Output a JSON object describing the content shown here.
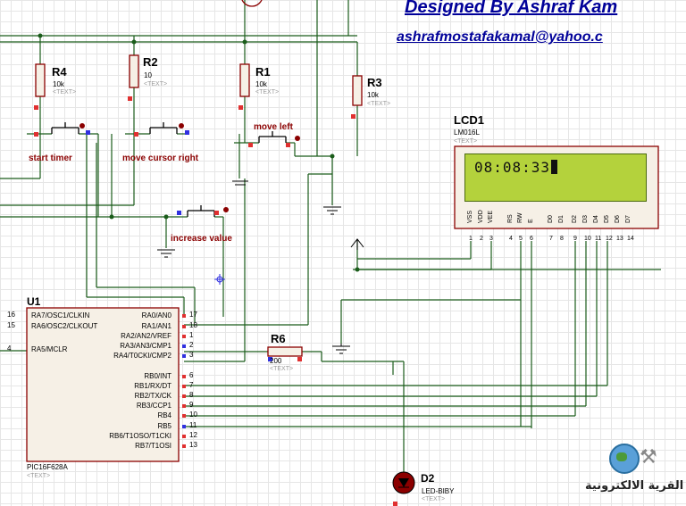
{
  "header": {
    "title": "Designed By Ashraf Kam",
    "email": "ashrafmostafakamal@yahoo.c"
  },
  "lcd": {
    "name": "LCD1",
    "model": "LM016L",
    "text_placeholder": "<TEXT>",
    "display": "08:08:33",
    "pins_labels": [
      "VSS",
      "VDD",
      "VEE",
      "RS",
      "RW",
      "E",
      "D0",
      "D1",
      "D2",
      "D3",
      "D4",
      "D5",
      "D6",
      "D7"
    ],
    "pins_numbers": [
      "1",
      "2",
      "3",
      "4",
      "5",
      "6",
      "7",
      "8",
      "9",
      "10",
      "11",
      "12",
      "13",
      "14"
    ]
  },
  "resistors": [
    {
      "name": "R4",
      "value": "10k",
      "text": "<TEXT>"
    },
    {
      "name": "R2",
      "value": "10",
      "text": "<TEXT>"
    },
    {
      "name": "R1",
      "value": "10k",
      "text": "<TEXT>"
    },
    {
      "name": "R3",
      "value": "10k",
      "text": "<TEXT>"
    },
    {
      "name": "R6",
      "value": "200",
      "text": "<TEXT>"
    }
  ],
  "buttons": {
    "start_timer": "start timer",
    "move_cursor_right": "move cursor right",
    "move_left": "move left",
    "increase_value": "increase value"
  },
  "mcu": {
    "name": "U1",
    "model": "PIC16F628A",
    "text": "<TEXT>",
    "left_pins": [
      {
        "num": "16",
        "label": "RA7/OSC1/CLKIN"
      },
      {
        "num": "15",
        "label": "RA6/OSC2/CLKOUT"
      },
      {
        "num": "4",
        "label": "RA5/MCLR"
      }
    ],
    "right_pins": [
      {
        "num": "17",
        "label": "RA0/AN0"
      },
      {
        "num": "18",
        "label": "RA1/AN1"
      },
      {
        "num": "1",
        "label": "RA2/AN2/VREF"
      },
      {
        "num": "2",
        "label": "RA3/AN3/CMP1"
      },
      {
        "num": "3",
        "label": "RA4/T0CKI/CMP2"
      },
      {
        "num": "6",
        "label": "RB0/INT"
      },
      {
        "num": "7",
        "label": "RB1/RX/DT"
      },
      {
        "num": "8",
        "label": "RB2/TX/CK"
      },
      {
        "num": "9",
        "label": "RB3/CCP1"
      },
      {
        "num": "10",
        "label": "RB4"
      },
      {
        "num": "11",
        "label": "RB5"
      },
      {
        "num": "12",
        "label": "RB6/T1OSO/T1CKI"
      },
      {
        "num": "13",
        "label": "RB7/T1OSI"
      }
    ]
  },
  "led": {
    "name": "D2",
    "model": "LED-BIBY",
    "text": "<TEXT>"
  },
  "logo": {
    "text": "القرية الالكترونية"
  }
}
